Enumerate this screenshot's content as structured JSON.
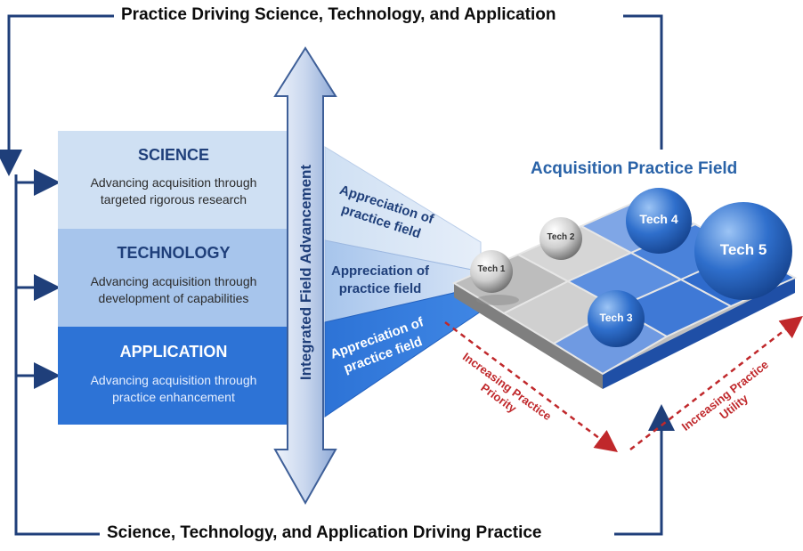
{
  "banners": {
    "top": "Practice Driving Science, Technology, and Application",
    "bottom": "Science, Technology, and Application Driving Practice"
  },
  "bands": [
    {
      "title": "SCIENCE",
      "desc_line1": "Advancing acquisition through",
      "desc_line2": "targeted rigorous research"
    },
    {
      "title": "TECHNOLOGY",
      "desc_line1": "Advancing acquisition through",
      "desc_line2": "development of capabilities"
    },
    {
      "title": "APPLICATION",
      "desc_line1": "Advancing acquisition through",
      "desc_line2": "practice enhancement"
    }
  ],
  "vertical_arrow_label": "Integrated Field Advancement",
  "appreciation": [
    {
      "line1": "Appreciation of",
      "line2": "practice field"
    },
    {
      "line1": "Appreciation of",
      "line2": "practice field"
    },
    {
      "line1": "Appreciation of",
      "line2": "practice field"
    }
  ],
  "field": {
    "title": "Acquisition Practice Field",
    "spheres": [
      "Tech 1",
      "Tech 2",
      "Tech 3",
      "Tech 4",
      "Tech 5"
    ],
    "axis_priority": {
      "line1": "Increasing Practice",
      "line2": "Priority"
    },
    "axis_utility": {
      "line1": "Increasing Practice",
      "line2": "Utility"
    }
  },
  "colors": {
    "science_band": "#cfe0f3",
    "technology_band": "#a7c5ec",
    "application_band": "#2d73d6",
    "connector": "#1f3f7a",
    "axis_arrow": "#c0282b"
  }
}
